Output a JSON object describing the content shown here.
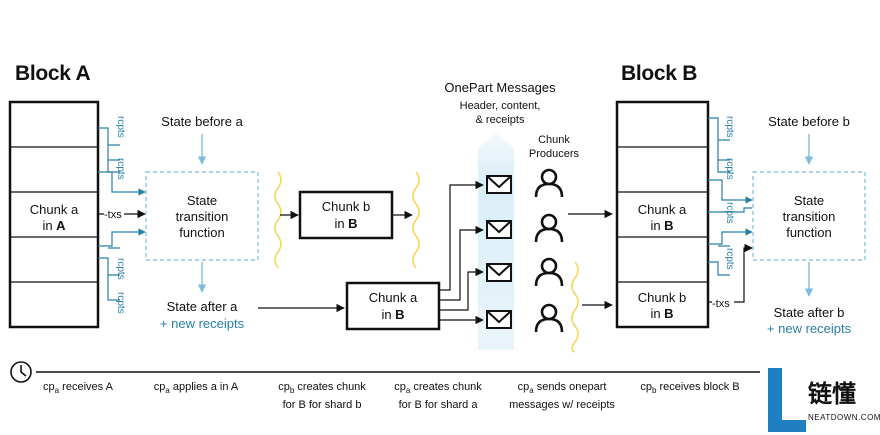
{
  "block_a": {
    "title": "Block A",
    "chunk_label_line1": "Chunk a",
    "chunk_label_line2_prefix": "in ",
    "chunk_label_line2_bold": "A",
    "rcpts": "rcpts",
    "txs": "txs"
  },
  "left_stf": {
    "state_before": "State before a",
    "stf_line1": "State",
    "stf_line2": "transition",
    "stf_line3": "function",
    "state_after": "State after a",
    "new_receipts": "+ new receipts"
  },
  "chunk_b_box": {
    "line1": "Chunk b",
    "line2_prefix": "in ",
    "line2_bold": "B"
  },
  "chunk_a_box": {
    "line1": "Chunk a",
    "line2_prefix": "in ",
    "line2_bold": "B"
  },
  "onepart": {
    "title": "OnePart Messages",
    "sub1": "Header, content,",
    "sub2": "& receipts",
    "producers_line1": "Chunk",
    "producers_line2": "Producers"
  },
  "block_b": {
    "title": "Block B",
    "chunk_a_line1": "Chunk a",
    "chunk_a_line2_prefix": "in ",
    "chunk_a_line2_bold": "B",
    "chunk_b_line1": "Chunk b",
    "chunk_b_line2_prefix": "in ",
    "chunk_b_line2_bold": "B",
    "rcpts": "rcpts",
    "txs": "txs"
  },
  "right_stf": {
    "state_before": "State before b",
    "stf_line1": "State",
    "stf_line2": "transition",
    "stf_line3": "function",
    "state_after": "State after b",
    "new_receipts": "+ new receipts"
  },
  "timeline": [
    {
      "prefix": "cp",
      "sub": "a",
      "rest": " receives A",
      "line2": ""
    },
    {
      "prefix": "cp",
      "sub": "a",
      "rest": " applies a in A",
      "line2": ""
    },
    {
      "prefix": "cp",
      "sub": "b",
      "rest": " creates chunk",
      "line2": "for B for shard b"
    },
    {
      "prefix": "cp",
      "sub": "a",
      "rest": " creates chunk",
      "line2": "for B for shard a"
    },
    {
      "prefix": "cp",
      "sub": "a",
      "rest": " sends onepart",
      "line2": "messages w/ receipts"
    },
    {
      "prefix": "cp",
      "sub": "b",
      "rest": " receives block B",
      "line2": ""
    }
  ],
  "watermark": {
    "cn": "链懂",
    "en": "NEATDOWN.COM"
  },
  "colors": {
    "accent": "#2a7fa6",
    "dashed": "#8fc6df",
    "highlight": "#e6f3fa",
    "wave": "#f0d860"
  }
}
